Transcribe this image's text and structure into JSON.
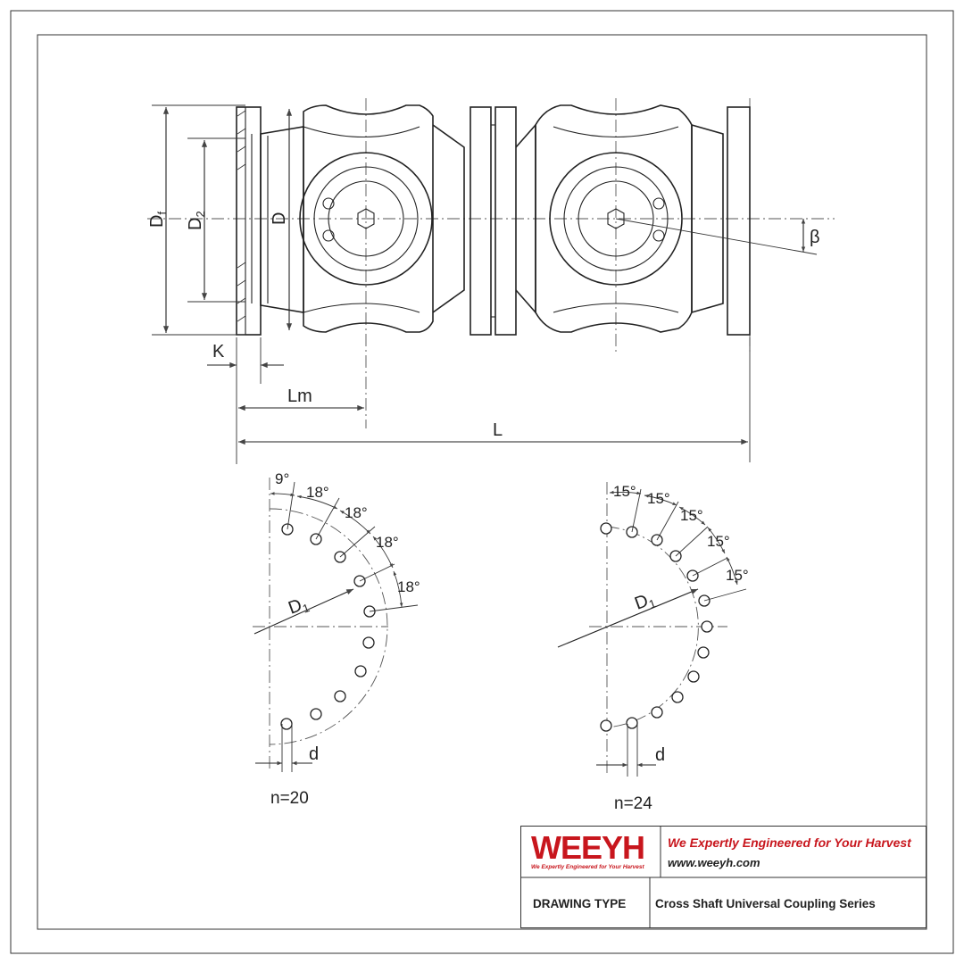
{
  "drawing": {
    "dimensions": {
      "df_main": "D",
      "df_sub": "f",
      "d2_main": "D",
      "d2_sub": "2",
      "d": "D",
      "beta": "β",
      "k": "K",
      "lm": "Lm",
      "l": "L"
    },
    "flange_20": {
      "angles": [
        "9°",
        "18°",
        "18°",
        "18°",
        "18°"
      ],
      "d1_main": "D",
      "d1_sub": "1",
      "hole_label": "d",
      "n_label": "n=20"
    },
    "flange_24": {
      "angles": [
        "15°",
        "15°",
        "15°",
        "15°",
        "15°"
      ],
      "d1_main": "D",
      "d1_sub": "1",
      "hole_label": "d",
      "n_label": "n=24"
    }
  },
  "title_block": {
    "logo": "WEEYH",
    "logo_tagline": "We Expertly Engineered for Your Harvest",
    "slogan": "We Expertly Engineered for Your Harvest",
    "website": "www.weeyh.com",
    "drawing_type_label": "DRAWING TYPE",
    "drawing_type_value": "Cross Shaft Universal Coupling Series"
  },
  "colors": {
    "brand_red": "#c8161d",
    "line": "#222222"
  }
}
